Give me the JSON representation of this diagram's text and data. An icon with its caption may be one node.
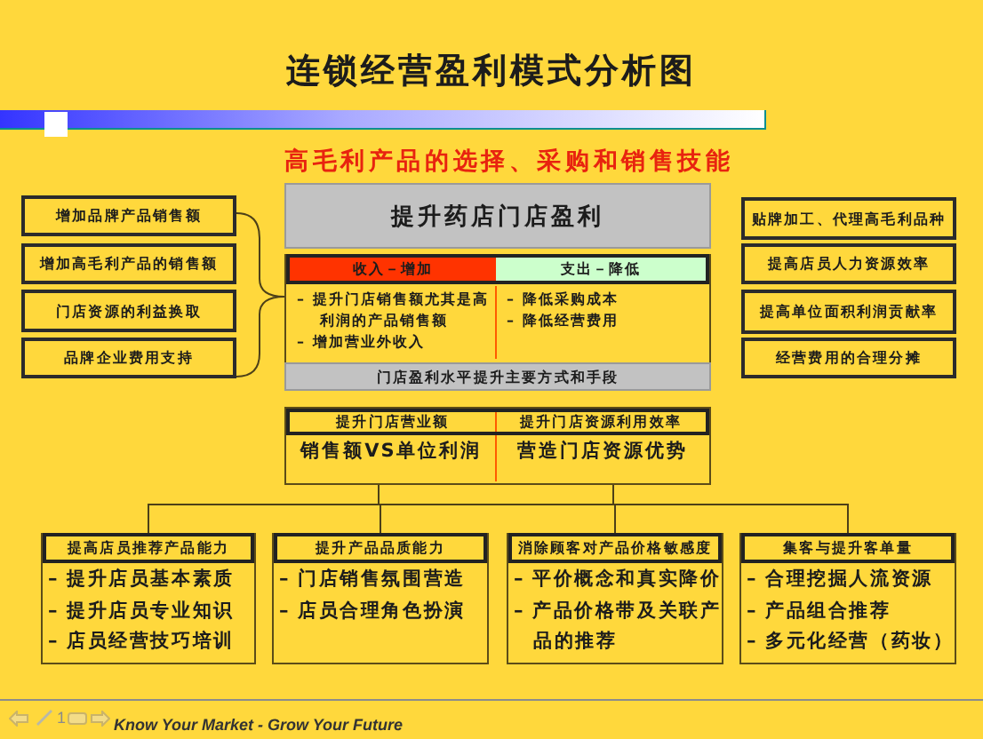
{
  "diagram": {
    "title": "连锁经营盈利模式分析图",
    "nodes": [
      {
        "text": [
          "提升药店门店盈利"
        ]
      },
      {
        "text": [
          "增加品牌产品销售额"
        ]
      },
      {
        "text": [
          "增加高毛利产品的销售额"
        ]
      },
      {
        "text": [
          "门店资源的利益换取"
        ]
      },
      {
        "text": [
          "品牌企业费用支持"
        ]
      },
      {
        "text": [
          "贴牌加工、代理高毛利品种"
        ]
      },
      {
        "text": [
          "提高店员人力资源效率"
        ]
      },
      {
        "text": [
          "提高单位面积利润贡献率"
        ]
      },
      {
        "text": [
          "经营费用的合理分摊"
        ]
      },
      {
        "text": [
          "收入－增加",
          "– 提升门店销售额尤其是高利润的产品销售额",
          "– 增加营业外收入"
        ]
      },
      {
        "text": [
          "支出－降低",
          "– 降低采购成本",
          "– 降低经营费用"
        ]
      },
      {
        "text": [
          "门店盈利水平提升主要方式和手段"
        ]
      },
      {
        "text": [],
        "shape": "box"
      },
      {
        "text": [
          "提升门店营业额",
          "销售额VS单位利润"
        ],
        "in": 12
      },
      {
        "text": [
          "提升门店资源利用效率",
          "营造门店资源优势"
        ],
        "in": 12
      },
      {
        "text": [
          "提高店员推荐产品能力",
          "– 提升店员基本素质",
          "– 提升店员专业知识",
          "– 店员经营技巧培训"
        ]
      },
      {
        "text": [
          "提升产品品质能力",
          "– 门店销售氛围营造",
          "– 店员合理角色扮演"
        ]
      },
      {
        "text": [
          "消除顾客对产品价格敏感度",
          "– 平价概念和真实降价",
          "– 产品价格带及关联产品的推荐"
        ]
      },
      {
        "text": [
          "集客与提升客单量",
          "– 合理挖掘人流资源",
          "– 产品组合推荐",
          "– 多元化经营（药妆）"
        ]
      }
    ],
    "edges": [
      {
        "from": 12,
        "to": 15,
        "arrow": "none"
      },
      {
        "from": 12,
        "to": 16,
        "arrow": "none"
      },
      {
        "from": 12,
        "to": 17,
        "arrow": "none"
      },
      {
        "from": 12,
        "to": 18,
        "arrow": "none"
      }
    ],
    "labels": [
      "高毛利产品的选择、采购和销售技能",
      "1",
      "Know Your Market - Grow Your Future"
    ]
  }
}
